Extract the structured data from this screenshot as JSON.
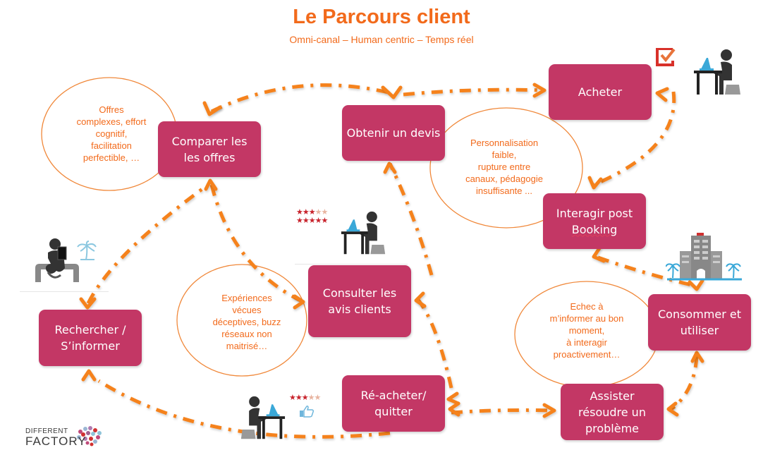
{
  "header": {
    "title": "Le Parcours client",
    "subtitle": "Omni-canal – Human centric – Temps réel"
  },
  "colors": {
    "accent": "#f26a1b",
    "box": "#c33765",
    "arrow": "#f5821f",
    "box_text": "#ffffff"
  },
  "steps": {
    "compare": "Comparer les les offres",
    "quote": "Obtenir un devis",
    "buy": "Acheter",
    "post_booking_line1": "Interagir post",
    "post_booking_line2": "Booking",
    "reviews": "Consulter les avis clients",
    "research": "Rechercher / S’informer",
    "consume": "Consommer et utiliser",
    "assist": "Assister résoudre un problème",
    "rebuy": "Ré-acheter/ quitter"
  },
  "pain_points": {
    "compare": "Offres\ncomplexes, effort\ncognitif,\nfacilitation\nperfectible, …",
    "quote": "Personnalisation\nfaible,\nrupture entre\ncanaux, pédagogie\ninsuffisante ...",
    "reviews": "Expériences\nvécues\ndéceptives, buzz\nréseaux non\nmaitrisé…",
    "consume": "Echec à\nm’informer au bon\nmoment,\nà interagir\nproactivement…"
  },
  "icons": {
    "buy": [
      "checkbox-icon",
      "person-at-laptop-icon"
    ],
    "reviews": [
      "star-rating-icon",
      "person-at-laptop-icon"
    ],
    "research": [
      "person-reading-tablet-icon",
      "palm-tree-icon"
    ],
    "consume": [
      "hotel-building-icon",
      "palm-tree-icon"
    ],
    "rebuy": [
      "person-at-laptop-icon",
      "star-rating-icon",
      "thumbs-up-icon"
    ]
  },
  "ratings": {
    "reviews_row1": 3,
    "reviews_row2": 5,
    "rebuy": 3,
    "max": 5
  },
  "logo": {
    "line1": "DIFFERENT",
    "line2": "FACTORY"
  }
}
